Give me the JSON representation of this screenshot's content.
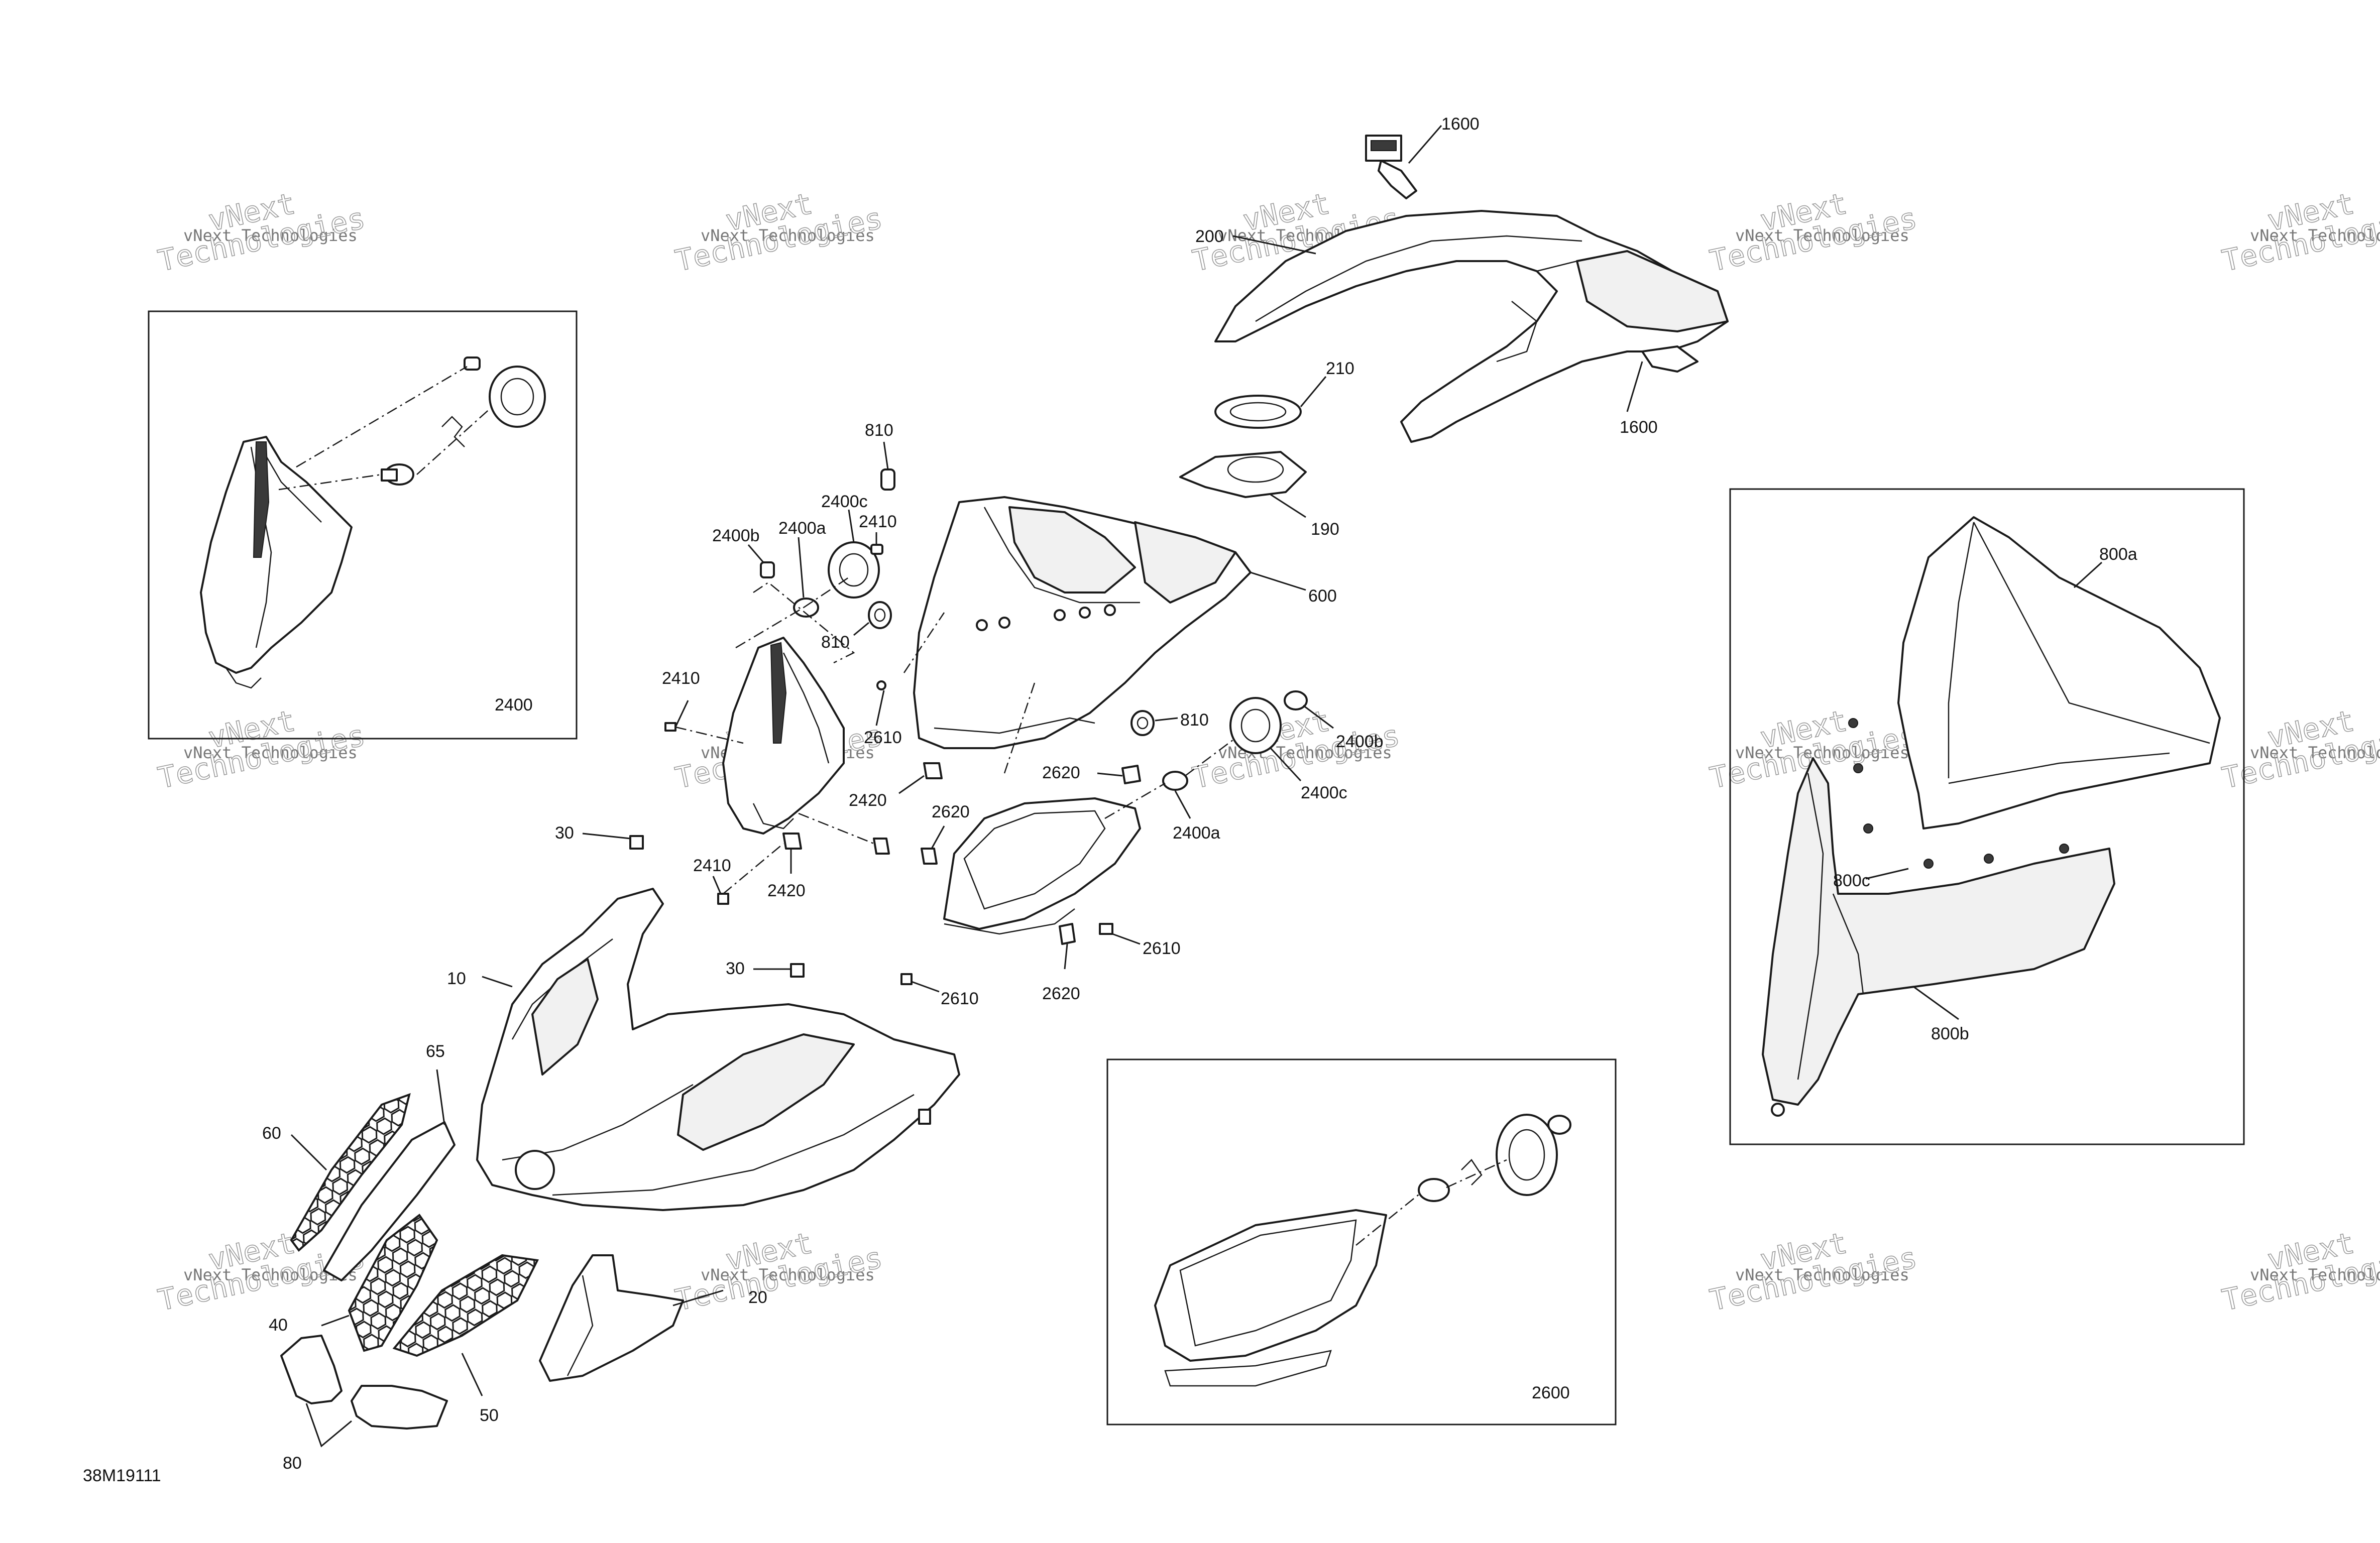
{
  "document_id": "38M19111",
  "watermark": {
    "line1": "vNext Technologies",
    "line2": "vNext",
    "line3": "Technologies"
  },
  "callouts": {
    "c1600a": "1600",
    "c1600b": "1600",
    "c200": "200",
    "c210": "210",
    "c190": "190",
    "c600": "600",
    "c810a": "810",
    "c810b": "810",
    "c810c": "810",
    "c2400c_l": "2400c",
    "c2410_a": "2410",
    "c2400b_l": "2400b",
    "c2400a_l": "2400a",
    "c2410_b": "2410",
    "c2610_a": "2610",
    "c2420_a": "2420",
    "c2620_a": "2620",
    "c2620_top": "2620",
    "c2400b_r": "2400b",
    "c2400c_r": "2400c",
    "c2400a_r": "2400a",
    "c30_a": "30",
    "c2410_c": "2410",
    "c2420_b": "2420",
    "c30_b": "30",
    "c2610_b": "2610",
    "c2610_c": "2610",
    "c2620_b": "2620",
    "c10": "10",
    "c65": "65",
    "c60": "60",
    "c40": "40",
    "c50": "50",
    "c20": "20",
    "c80": "80",
    "c800a": "800a",
    "c800c": "800c",
    "c800b": "800b"
  },
  "boxes": {
    "left_box_label": "2400",
    "bottom_box_label": "2600"
  }
}
